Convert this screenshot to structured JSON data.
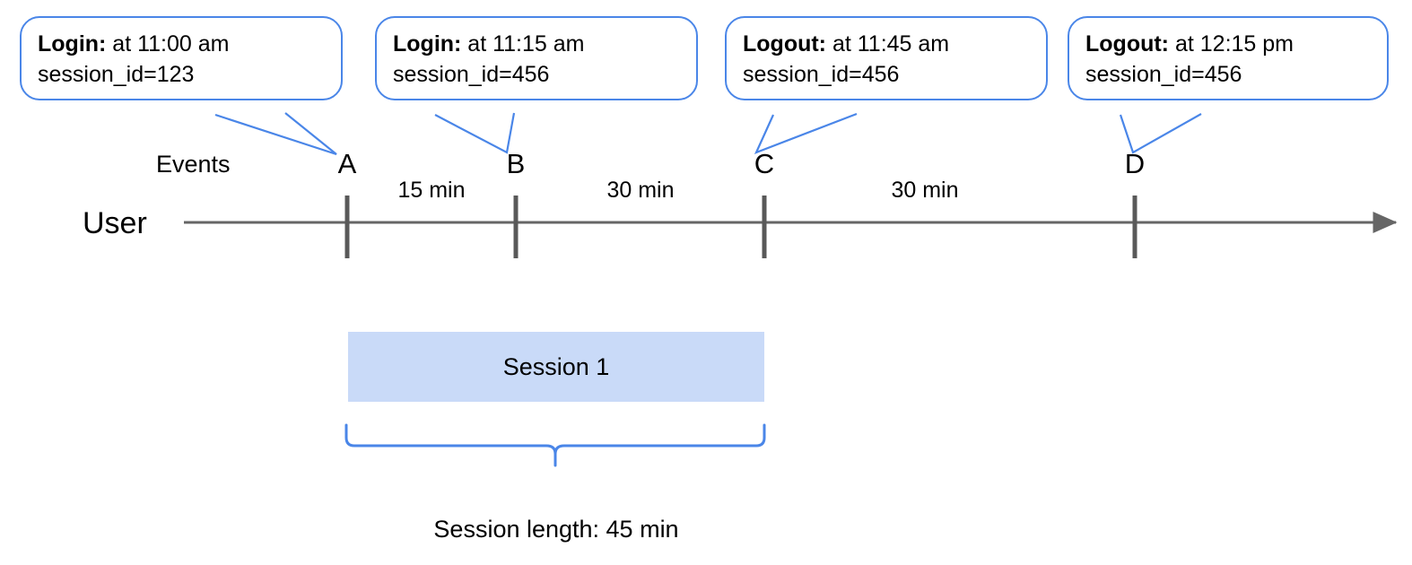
{
  "diagram": {
    "title_row_label": "Events",
    "lane_label": "User",
    "events": [
      {
        "letter": "A",
        "kind": "Login:",
        "time_text": " at 11:00 am",
        "session_line": "session_id=123"
      },
      {
        "letter": "B",
        "kind": "Login:",
        "time_text": " at 11:15 am",
        "session_line": "session_id=456"
      },
      {
        "letter": "C",
        "kind": "Logout:",
        "time_text": " at 11:45 am",
        "session_line": "session_id=456"
      },
      {
        "letter": "D",
        "kind": "Logout:",
        "time_text": " at 12:15 pm",
        "session_line": "session_id=456"
      }
    ],
    "intervals": [
      {
        "label": "15 min"
      },
      {
        "label": "30 min"
      },
      {
        "label": "30 min"
      }
    ],
    "session": {
      "bar_label": "Session 1",
      "length_caption": "Session length: 45 min"
    },
    "colors": {
      "callout_border": "#4a86e8",
      "brace": "#4a86e8",
      "session_fill": "#c9daf8",
      "axis": "#666666",
      "tick": "#595959",
      "text": "#000000"
    }
  }
}
